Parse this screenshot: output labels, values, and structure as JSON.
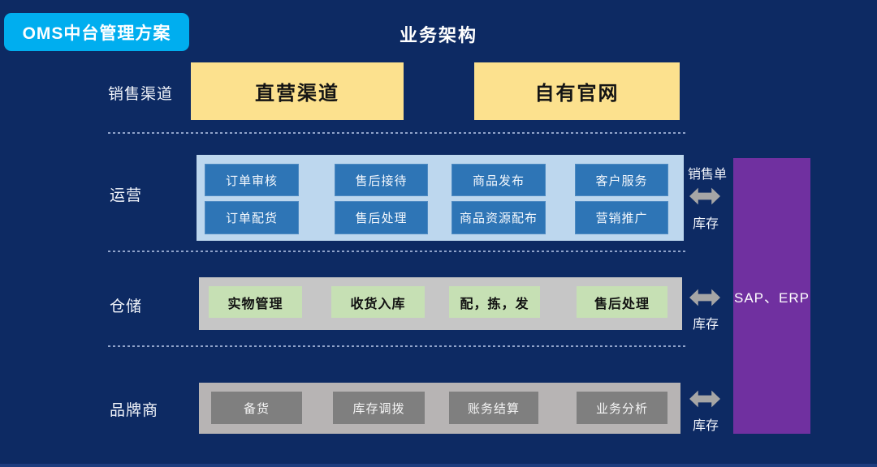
{
  "badge": {
    "label": "OMS中台管理方案"
  },
  "title": "业务架构",
  "rows": [
    {
      "label": "销售渠道",
      "boxes": [
        "直营渠道",
        "自有官网"
      ]
    },
    {
      "label": "运营",
      "boxes_top": [
        "订单审核",
        "售后接待",
        "商品发布",
        "客户服务"
      ],
      "boxes_bottom": [
        "订单配货",
        "售后处理",
        "商品资源配布",
        "营销推广"
      ]
    },
    {
      "label": "仓储",
      "boxes": [
        "实物管理",
        "收货入库",
        "配，拣，发",
        "售后处理"
      ]
    },
    {
      "label": "品牌商",
      "boxes": [
        "备货",
        "库存调拨",
        "账务结算",
        "业务分析"
      ]
    }
  ],
  "flows": [
    {
      "top": "销售单",
      "bottom": "库存"
    },
    {
      "bottom": "库存"
    },
    {
      "bottom": "库存"
    }
  ],
  "erp": {
    "label": "SAP、ERP"
  },
  "icons": {
    "flow_arrow": "double-headed-horizontal-arrow"
  },
  "colors": {
    "background": "#0d2a63",
    "badge": "#00aeef",
    "channel_box": "#fce18e",
    "operations_container": "#bdd7ee",
    "operations_box": "#2e75b6",
    "warehouse_container": "#c6c6c6",
    "warehouse_box": "#c6e0b4",
    "brand_container": "#b7b4b4",
    "brand_box": "#7f7f7f",
    "erp_box": "#7030a0",
    "arrow": "#a6a6a6"
  }
}
